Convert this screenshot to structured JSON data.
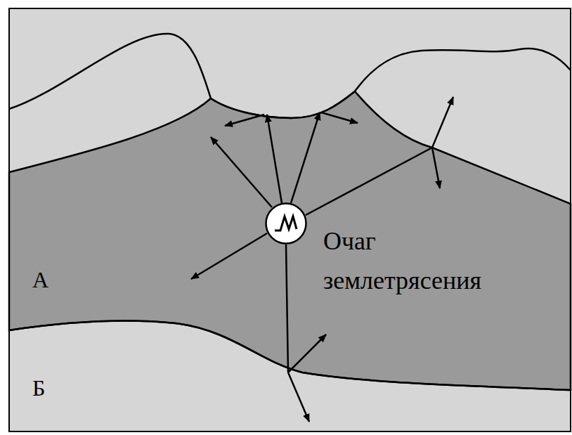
{
  "diagram": {
    "nodes": [
      {
        "text": [
          "А"
        ]
      },
      {
        "text": [
          "Очаг землетрясения"
        ],
        "in": 0
      },
      {
        "text": [
          "Б"
        ]
      }
    ],
    "edges": []
  }
}
